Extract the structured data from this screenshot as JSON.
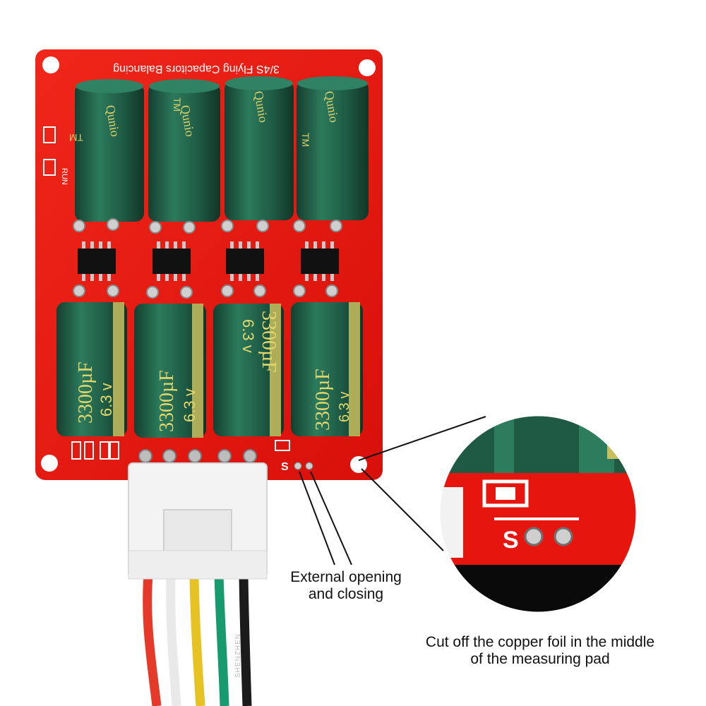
{
  "board": {
    "title": "3/4S Flying Capacitors Balancing",
    "run_label": "RUN",
    "pad_label": "S",
    "color": "#e8140e"
  },
  "top_caps": {
    "brand": "Qunio",
    "mark": "TM",
    "color": "#1e5a44",
    "count": 4
  },
  "bottom_caps": {
    "label_value": "3300µF",
    "label_voltage": "6.3 v",
    "color": "#1e5a44",
    "stripe_color": "#c8c060",
    "count": 4
  },
  "chips": {
    "count": 4
  },
  "wires": {
    "colors": [
      "#e53a2a",
      "#f4f4f4",
      "#e6c323",
      "#169a6e",
      "#1b1b1b"
    ],
    "print_text": "SHENZHEN"
  },
  "annotations": {
    "external": "External opening\nand closing",
    "cut_foil": "Cut off the copper foil in the middle\nof the measuring pad"
  },
  "zoom": {
    "pad_label": "S"
  }
}
